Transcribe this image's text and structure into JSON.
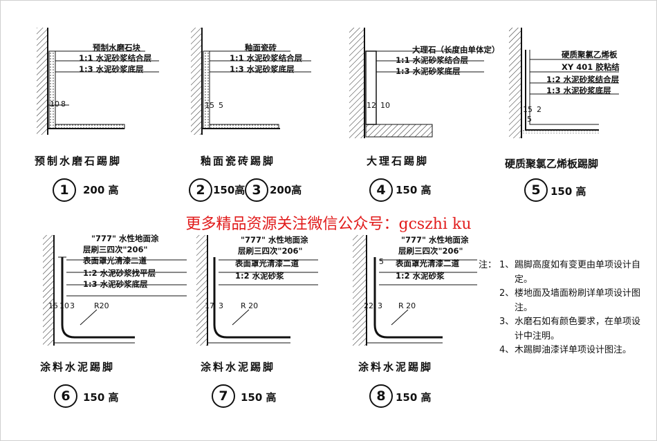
{
  "details": [
    {
      "id": "d1",
      "number": "1",
      "height": "200 高",
      "caption": "预制水磨石踢脚",
      "dims": [
        "10",
        "8"
      ],
      "layers": [
        "预制水磨石块",
        "1:1 水泥砂浆结合层",
        "1:3 水泥砂浆底层"
      ]
    },
    {
      "id": "d2",
      "number": "2",
      "number_b": "3",
      "height": "150高",
      "height_b": "200高",
      "caption": "釉面瓷砖踢脚",
      "dims": [
        "15",
        "5"
      ],
      "layers": [
        "釉面瓷砖",
        "1:1 水泥砂浆结合层",
        "1:3 水泥砂浆底层"
      ]
    },
    {
      "id": "d4",
      "number": "4",
      "height": "150 高",
      "caption": "大理石踢脚",
      "dims": [
        "12",
        "10"
      ],
      "layers": [
        "大理石（长度由单体定）",
        "1:1 水泥砂浆结合层",
        "1:3 水泥砂浆底层"
      ]
    },
    {
      "id": "d5",
      "number": "5",
      "height": "150 高",
      "caption": "硬质聚氯乙烯板踢脚",
      "dims": [
        "15",
        "2",
        "5"
      ],
      "layers": [
        "硬质聚氯乙烯板",
        "XY 401 胶粘结",
        "1:2 水泥砂浆结合层",
        "1:3 水泥砂浆底层"
      ]
    },
    {
      "id": "d6",
      "number": "6",
      "height": "150 高",
      "caption": "涂料水泥踢脚",
      "dims": [
        "15",
        "10",
        "3"
      ],
      "radius": "R20",
      "layers": [
        "\"777\" 水性地面涂",
        "层刷三四次\"206\"",
        "表面罩光清漆二道",
        "1:2 水泥砂浆找平层",
        "1:3 水泥砂浆底层"
      ]
    },
    {
      "id": "d7",
      "number": "7",
      "height": "150 高",
      "caption": "涂料水泥踢脚",
      "dims": [
        "17",
        "3"
      ],
      "radius": "R 20",
      "layers": [
        "\"777\" 水性地面涂",
        "层刷三四次\"206\"",
        "表面罩光清漆二道",
        "1:2 水泥砂浆"
      ]
    },
    {
      "id": "d8",
      "number": "8",
      "height": "150 高",
      "caption": "涂料水泥踢脚",
      "dims": [
        "22",
        "3",
        "5"
      ],
      "radius": "R 20",
      "layers": [
        "\"777\" 水性地面涂",
        "层刷三四次\"206\"",
        "表面罩光清漆二道",
        "1:2 水泥砂浆"
      ]
    }
  ],
  "banner": "更多精品资源关注微信公众号：gcszhi ku",
  "notes": {
    "lead": "注：",
    "items": [
      {
        "idx": "1、",
        "text": "踢脚高度如有变更由单项设计自定。"
      },
      {
        "idx": "2、",
        "text": "楼地面及墙面粉刷详单项设计图注。"
      },
      {
        "idx": "3、",
        "text": "水磨石如有颜色要求，在单项设计中注明。"
      },
      {
        "idx": "4、",
        "text": "木踢脚油漆详单项设计图注。"
      }
    ]
  },
  "colors": {
    "banner": "#e11b1b",
    "ink": "#111111"
  }
}
